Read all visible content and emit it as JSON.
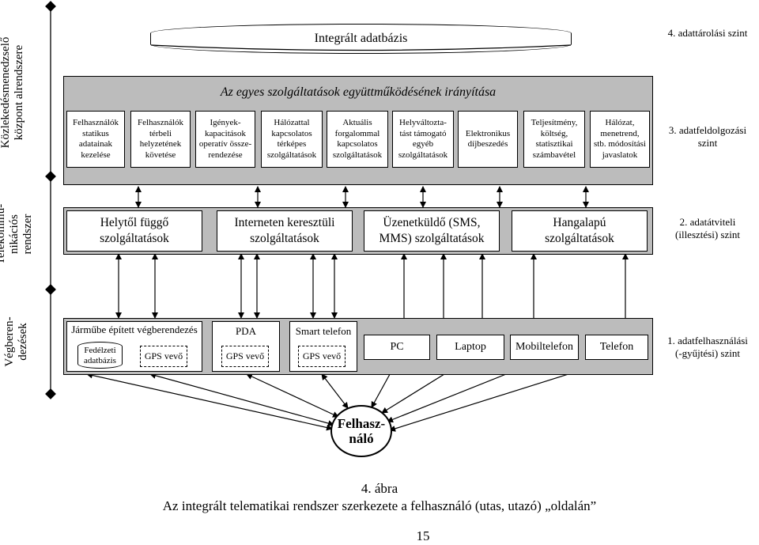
{
  "sidebar_labels": {
    "top": [
      "Közlekedésmenedzselő",
      "központ alrendszere"
    ],
    "middle": [
      "Telekommu-",
      "nikációs",
      "rendszer"
    ],
    "bottom": [
      "Végberen-",
      "dezések"
    ]
  },
  "database": "Integrált adatbázis",
  "coordination_title": "Az egyes szolgáltatások együttműködésének irányítása",
  "function_boxes": [
    [
      "Felhasználók",
      "statikus",
      "adatainak",
      "kezelése"
    ],
    [
      "Felhasználók",
      "térbeli",
      "helyzetének",
      "követése"
    ],
    [
      "Igények-",
      "kapacitások",
      "operatív össze-",
      "rendezése"
    ],
    [
      "Hálózattal",
      "kapcsolatos",
      "térképes",
      "szolgáltatások"
    ],
    [
      "Aktuális",
      "forgalommal",
      "kapcsolatos",
      "szolgáltatások"
    ],
    [
      "Helyváltozta-",
      "tást támogató",
      "egyéb",
      "szolgáltatások"
    ],
    [
      "Elektronikus",
      "díjbeszedés"
    ],
    [
      "Teljesítmény,",
      "költség,",
      "statisztikai",
      "számbavétel"
    ],
    [
      "Hálózat,",
      "menetrend,",
      "stb. módosítási",
      "javaslatok"
    ]
  ],
  "telecom_services": [
    [
      "Helytől függő",
      "szolgáltatások"
    ],
    [
      "Interneten keresztüli",
      "szolgáltatások"
    ],
    [
      "Üzenetküldő (SMS,",
      "MMS) szolgáltatások"
    ],
    [
      "Hangalapú",
      "szolgáltatások"
    ]
  ],
  "devices": {
    "vehicle": {
      "title": "Járműbe épített végberendezés",
      "onboard": [
        "Fedélzeti",
        "adatbázis"
      ],
      "gps": "GPS vevő"
    },
    "pda": {
      "title": "PDA",
      "gps": "GPS vevő"
    },
    "smartphone": {
      "title": "Smart telefon",
      "gps": "GPS vevő"
    },
    "others": [
      "PC",
      "Laptop",
      "Mobiltelefon",
      "Telefon"
    ]
  },
  "user": [
    "Felhasz-",
    "náló"
  ],
  "levels": [
    [
      "4. adattárolási szint"
    ],
    [
      "3. adatfeldolgozási",
      "szint"
    ],
    [
      "2. adatátviteli",
      "(illesztési) szint"
    ],
    [
      "1. adatfelhasználási",
      "(-gyűjtési) szint"
    ]
  ],
  "caption": {
    "number": "4. ábra",
    "text": "Az integrált telematikai rendszer szerkezete a felhasználó (utas, utazó) „oldalán”"
  },
  "page_number": "15"
}
